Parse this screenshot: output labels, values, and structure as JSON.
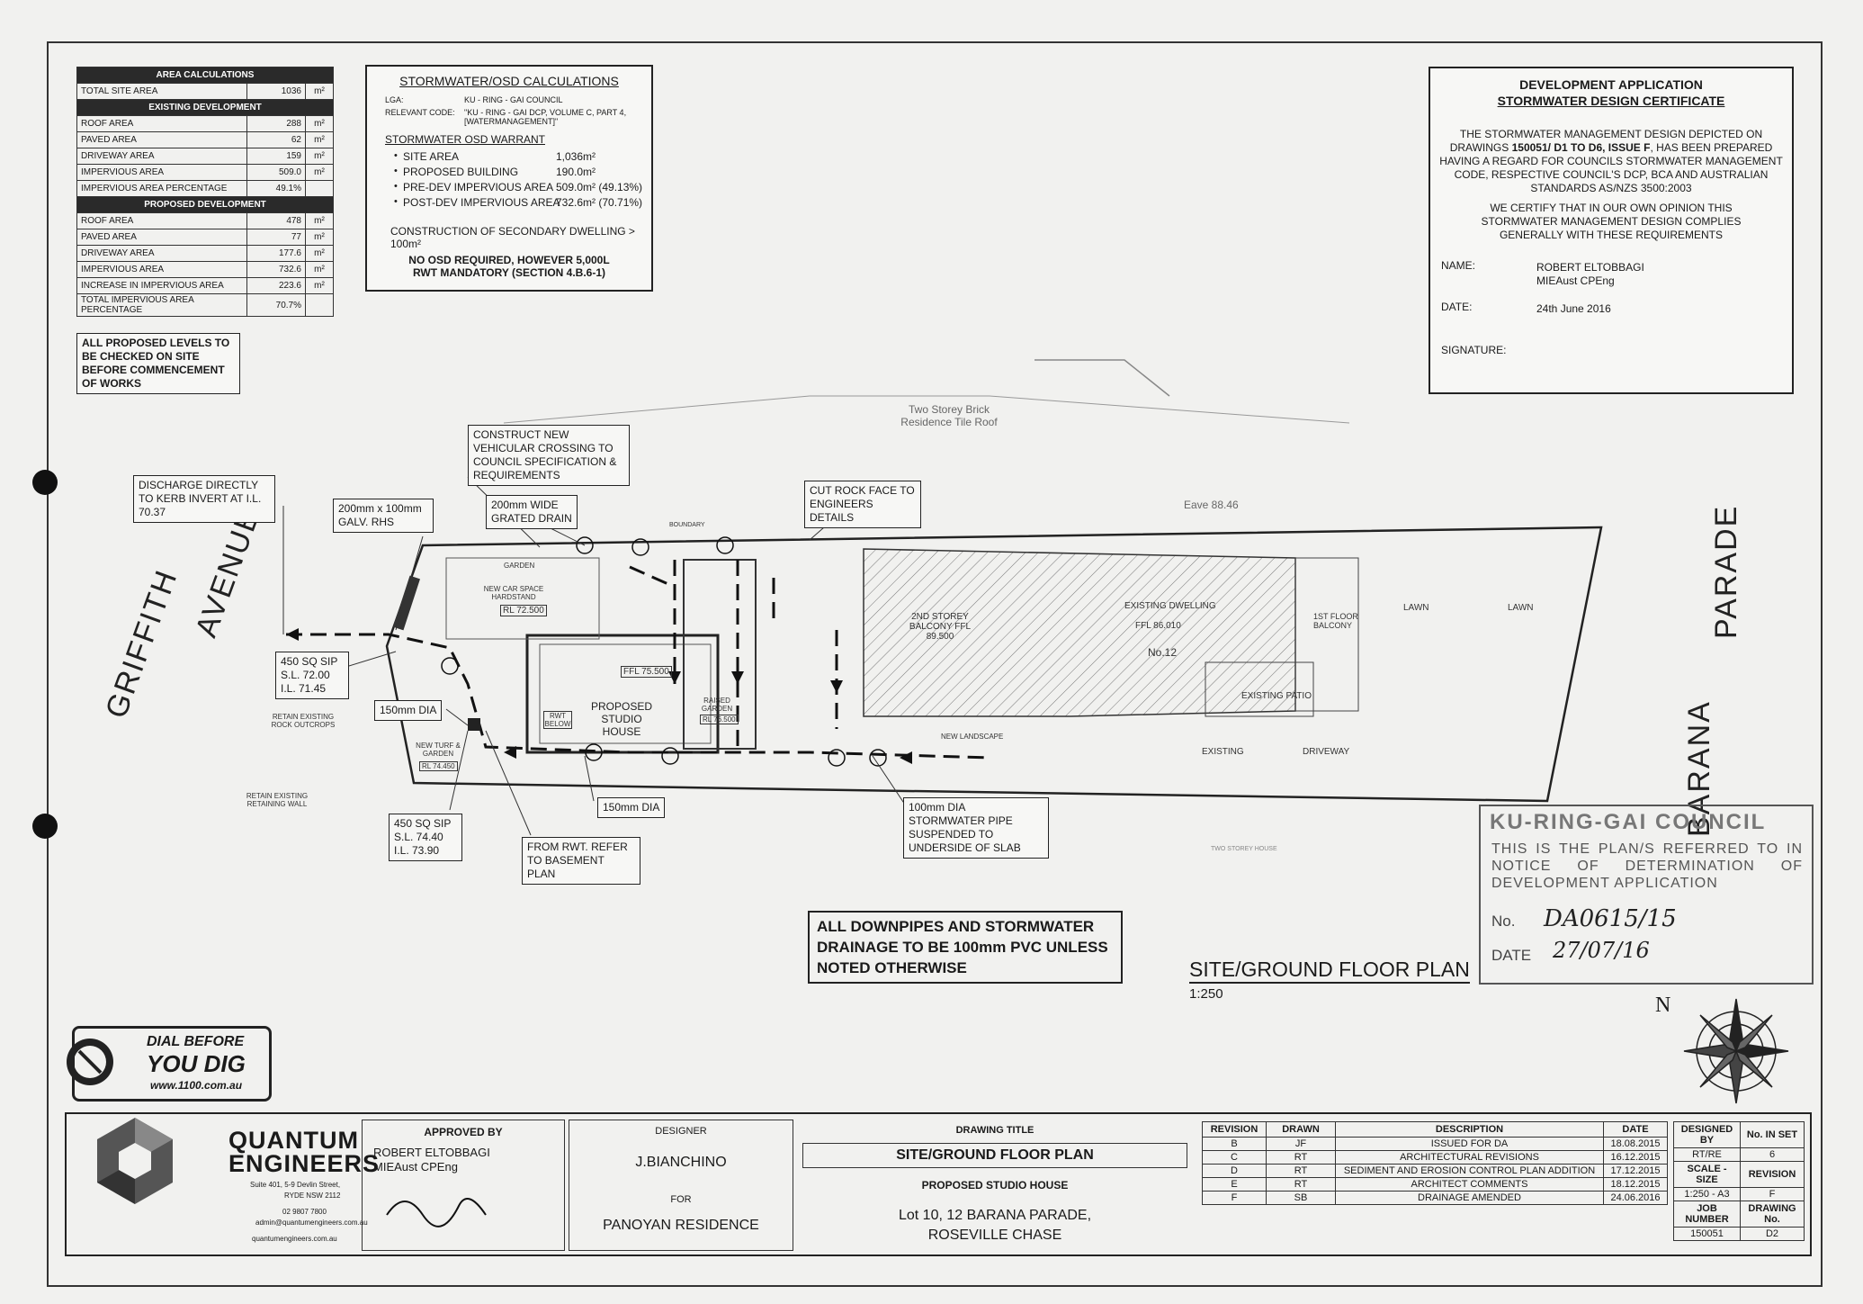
{
  "area_calcs": {
    "title": "AREA CALCULATIONS",
    "total_site": {
      "label": "TOTAL SITE AREA",
      "value": "1036",
      "unit": "m²"
    },
    "existing_header": "EXISTING DEVELOPMENT",
    "existing_rows": [
      {
        "label": "ROOF AREA",
        "value": "288",
        "unit": "m²"
      },
      {
        "label": "PAVED AREA",
        "value": "62",
        "unit": "m²"
      },
      {
        "label": "DRIVEWAY AREA",
        "value": "159",
        "unit": "m²"
      },
      {
        "label": "IMPERVIOUS AREA",
        "value": "509.0",
        "unit": "m²"
      },
      {
        "label": "IMPERVIOUS AREA PERCENTAGE",
        "value": "49.1%",
        "unit": ""
      }
    ],
    "proposed_header": "PROPOSED DEVELOPMENT",
    "proposed_rows": [
      {
        "label": "ROOF AREA",
        "value": "478",
        "unit": "m²"
      },
      {
        "label": "PAVED AREA",
        "value": "77",
        "unit": "m²"
      },
      {
        "label": "DRIVEWAY AREA",
        "value": "177.6",
        "unit": "m²"
      },
      {
        "label": "IMPERVIOUS AREA",
        "value": "732.6",
        "unit": "m²"
      },
      {
        "label": "INCREASE IN IMPERVIOUS AREA",
        "value": "223.6",
        "unit": "m²"
      },
      {
        "label": "TOTAL IMPERVIOUS AREA PERCENTAGE",
        "value": "70.7%",
        "unit": ""
      }
    ]
  },
  "levels_note": "ALL PROPOSED LEVELS TO BE CHECKED ON SITE BEFORE COMMENCEMENT OF WORKS",
  "osd": {
    "title": "STORMWATER/OSD CALCULATIONS",
    "lga_label": "LGA:",
    "lga_value": "KU - RING - GAI COUNCIL",
    "code_label": "RELEVANT CODE:",
    "code_value": "\"KU - RING - GAI DCP, VOLUME C, PART 4, [WATERMANAGEMENT]\"",
    "warrant_title": "STORMWATER OSD WARRANT",
    "items": [
      {
        "label": "SITE AREA",
        "value": "1,036m²"
      },
      {
        "label": "PROPOSED BUILDING",
        "value": "190.0m²"
      },
      {
        "label": "PRE-DEV IMPERVIOUS AREA",
        "value": "509.0m² (49.13%)"
      },
      {
        "label": "POST-DEV IMPERVIOUS AREA",
        "value": "732.6m² (70.71%)"
      }
    ],
    "construction": "CONSTRUCTION OF SECONDARY DWELLING > 100m²",
    "conclusion": "NO OSD REQUIRED, HOWEVER 5,000L RWT MANDATORY (SECTION 4.B.6-1)"
  },
  "certificate": {
    "title1": "DEVELOPMENT APPLICATION",
    "title2": "STORMWATER DESIGN CERTIFICATE",
    "para1_a": "THE STORMWATER MANAGEMENT DESIGN DEPICTED ON DRAWINGS",
    "para1_b": "150051/ D1 TO D6, ISSUE F",
    "para1_c": ", HAS BEEN PREPARED HAVING A REGARD FOR COUNCILS STORMWATER MANAGEMENT CODE, RESPECTIVE COUNCIL'S DCP, BCA AND AUSTRALIAN STANDARDS AS/NZS 3500:2003",
    "para2": "WE CERTIFY THAT IN OUR OWN OPINION THIS STORMWATER MANAGEMENT DESIGN COMPLIES GENERALLY WITH THESE REQUIREMENTS",
    "name_label": "NAME:",
    "name_value": "ROBERT ELTOBBAGI",
    "name_value2": "MIEAust CPEng",
    "date_label": "DATE:",
    "date_value": "24th June 2016",
    "signature_label": "SIGNATURE:"
  },
  "streets": {
    "left1": "GRIFFITH",
    "left2": "AVENUE",
    "right1": "BARANA",
    "right2": "PARADE"
  },
  "callouts": {
    "discharge": "DISCHARGE DIRECTLY TO KERB INVERT AT I.L. 70.37",
    "drain200x100": "200mm x 100mm GALV. RHS",
    "vehicular": "CONSTRUCT NEW VEHICULAR CROSSING TO COUNCIL SPECIFICATION & REQUIREMENTS",
    "grated": "200mm WIDE GRATED DRAIN",
    "cutrock": "CUT ROCK FACE TO ENGINEERS DETAILS",
    "sip1_title": "450 SQ SIP",
    "sip1_sl": "S.L.  72.00",
    "sip1_il": "I.L.  71.45",
    "dia150a": "150mm DIA",
    "dia150b": "150mm DIA",
    "sip2_title": "450 SQ SIP",
    "sip2_sl": "S.L.  74.40",
    "sip2_il": "I.L.  73.90",
    "fromrwt": "FROM RWT. REFER TO BASEMENT PLAN",
    "dia100": "100mm DIA STORMWATER PIPE SUSPENDED TO UNDERSIDE OF SLAB"
  },
  "plan_labels": {
    "neighbour": "Two Storey Brick Residence Tile Roof",
    "eave": "Eave 88.46",
    "existing_dwelling": "EXISTING DWELLING",
    "ffl_existing": "FFL 86.010",
    "no12": "No.12",
    "balcony": "2ND STOREY BALCONY FFL 89.500",
    "first_floor_balcony": "1ST FLOOR BALCONY",
    "existing_patio": "EXISTING PATIO",
    "existing": "EXISTING",
    "driveway": "DRIVEWAY",
    "lawn1": "LAWN",
    "lawn2": "LAWN",
    "studio": "PROPOSED STUDIO HOUSE",
    "ffl_studio": "FFL 75.500",
    "car_space": "NEW CAR SPACE HARDSTAND",
    "rl_car": "RL 72.500",
    "garden": "GARDEN",
    "raised_garden": "RAISED GARDEN",
    "rl_raised": "RL 76.500",
    "new_turf": "NEW TURF & GARDEN",
    "rl_turf": "RL 74.450",
    "new_landscape": "NEW LANDSCAPE",
    "retain_rock": "RETAIN EXISTING ROCK OUTCROPS",
    "retain_wall": "RETAIN EXISTING RETAINING WALL",
    "rwt_below": "RWT BELOW",
    "boundary": "BOUNDARY",
    "two_storey_house": "TWO STOREY HOUSE"
  },
  "pvc_note": "ALL DOWNPIPES AND STORMWATER DRAINAGE TO BE 100mm PVC UNLESS NOTED OTHERWISE",
  "plan_title": "SITE/GROUND FLOOR PLAN",
  "plan_scale": "1:250",
  "council_stamp": {
    "title": "KU-RING-GAI COUNCIL",
    "text": "THIS IS THE PLAN/S REFERRED TO IN NOTICE OF DETERMINATION OF DEVELOPMENT APPLICATION",
    "no_label": "No.",
    "no_value": "DA0615/15",
    "date_label": "DATE",
    "date_value": "27/07/16"
  },
  "north": "N",
  "dial": {
    "line1": "DIAL BEFORE",
    "line2": "YOU DIG",
    "url": "www.1100.com.au"
  },
  "company": {
    "name1": "QUANTUM",
    "name2": "ENGINEERS",
    "addr1": "Suite 401, 5-9 Devlin Street,",
    "addr2": "RYDE NSW 2112",
    "phone": "02 9807 7800",
    "email": "admin@quantumengineers.com.au",
    "web": "quantumengineers.com.au"
  },
  "title_block": {
    "approved_label": "APPROVED BY",
    "approved_name": "ROBERT ELTOBBAGI",
    "approved_cred": "MIEAust CPEng",
    "designer_label": "DESIGNER",
    "designer": "J.BIANCHINO",
    "for_label": "FOR",
    "client": "PANOYAN RESIDENCE",
    "drawing_title_label": "DRAWING TITLE",
    "drawing_title": "SITE/GROUND FLOOR PLAN",
    "project": "PROPOSED STUDIO HOUSE",
    "address1": "Lot 10, 12 BARANA PARADE,",
    "address2": "ROSEVILLE CHASE",
    "rev_headers": [
      "REVISION",
      "DRAWN",
      "DESCRIPTION",
      "DATE"
    ],
    "revisions": [
      [
        "B",
        "JF",
        "ISSUED FOR DA",
        "18.08.2015"
      ],
      [
        "C",
        "RT",
        "ARCHITECTURAL REVISIONS",
        "16.12.2015"
      ],
      [
        "D",
        "RT",
        "SEDIMENT AND EROSION CONTROL PLAN ADDITION",
        "17.12.2015"
      ],
      [
        "E",
        "RT",
        "ARCHITECT COMMENTS",
        "18.12.2015"
      ],
      [
        "F",
        "SB",
        "DRAINAGE AMENDED",
        "24.06.2016"
      ]
    ],
    "designed_by_label": "DESIGNED BY",
    "designed_by": "RT/RE",
    "no_in_set_label": "No. IN SET",
    "no_in_set": "6",
    "scale_label": "SCALE - SIZE",
    "scale": "1:250 - A3",
    "revision_label": "REVISION",
    "revision": "F",
    "job_label": "JOB NUMBER",
    "job": "150051",
    "dwg_label": "DRAWING No.",
    "dwg": "D2"
  }
}
